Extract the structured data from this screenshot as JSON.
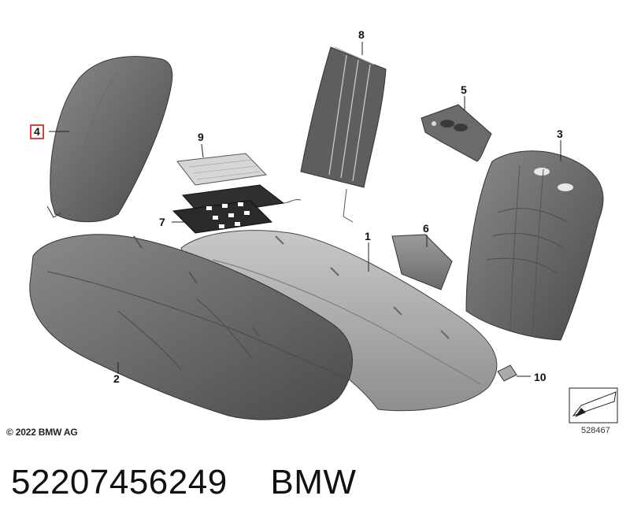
{
  "diagram": {
    "callouts": [
      {
        "id": "1",
        "label": "1"
      },
      {
        "id": "2",
        "label": "2"
      },
      {
        "id": "3",
        "label": "3"
      },
      {
        "id": "4",
        "label": "4",
        "highlighted": true
      },
      {
        "id": "5",
        "label": "5"
      },
      {
        "id": "6",
        "label": "6"
      },
      {
        "id": "7",
        "label": "7"
      },
      {
        "id": "8",
        "label": "8"
      },
      {
        "id": "9",
        "label": "9"
      },
      {
        "id": "10",
        "label": "10"
      }
    ],
    "copyright": "© 2022 BMW AG",
    "reference_number": "528467",
    "highlight_color": "#e0403a"
  },
  "footer": {
    "part_number": "52207456249",
    "brand": "BMW"
  }
}
